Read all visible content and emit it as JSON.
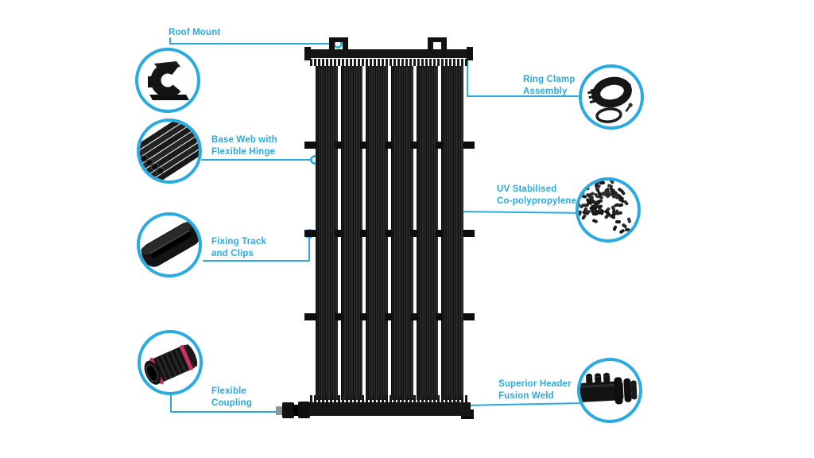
{
  "colors": {
    "accent": "#29abe2",
    "panel_black": "#161616",
    "background": "#ffffff",
    "coupling_pink": "#cf2f67"
  },
  "diagram": {
    "subject": "solar pool heating panel exploded component diagram",
    "callouts": {
      "roof_mount": {
        "label": "Roof Mount",
        "lines": [
          "Roof Mount"
        ]
      },
      "base_web": {
        "label": "Base Web with Flexible Hinge",
        "lines": [
          "Base Web with",
          "Flexible Hinge"
        ]
      },
      "fixing_track": {
        "label": "Fixing Track and Clips",
        "lines": [
          "Fixing Track",
          "and Clips"
        ]
      },
      "flexible_coupling": {
        "label": "Flexible Coupling",
        "lines": [
          "Flexible",
          "Coupling"
        ]
      },
      "ring_clamp": {
        "label": "Ring Clamp Assembly",
        "lines": [
          "Ring Clamp",
          "Assembly"
        ]
      },
      "uv_copolymer": {
        "label": "UV Stabilised Co-polypropylene",
        "lines": [
          "UV Stabilised",
          "Co-polypropylene"
        ]
      },
      "header_weld": {
        "label": "Superior Header Fusion Weld",
        "lines": [
          "Superior Header",
          "Fusion Weld"
        ]
      }
    },
    "icons": [
      "roof-mount-clip-icon",
      "base-web-tubes-icon",
      "fixing-track-profile-icon",
      "flexible-coupling-icon",
      "ring-clamp-assembly-icon",
      "polypropylene-pellets-icon",
      "header-fusion-weld-icon"
    ]
  }
}
